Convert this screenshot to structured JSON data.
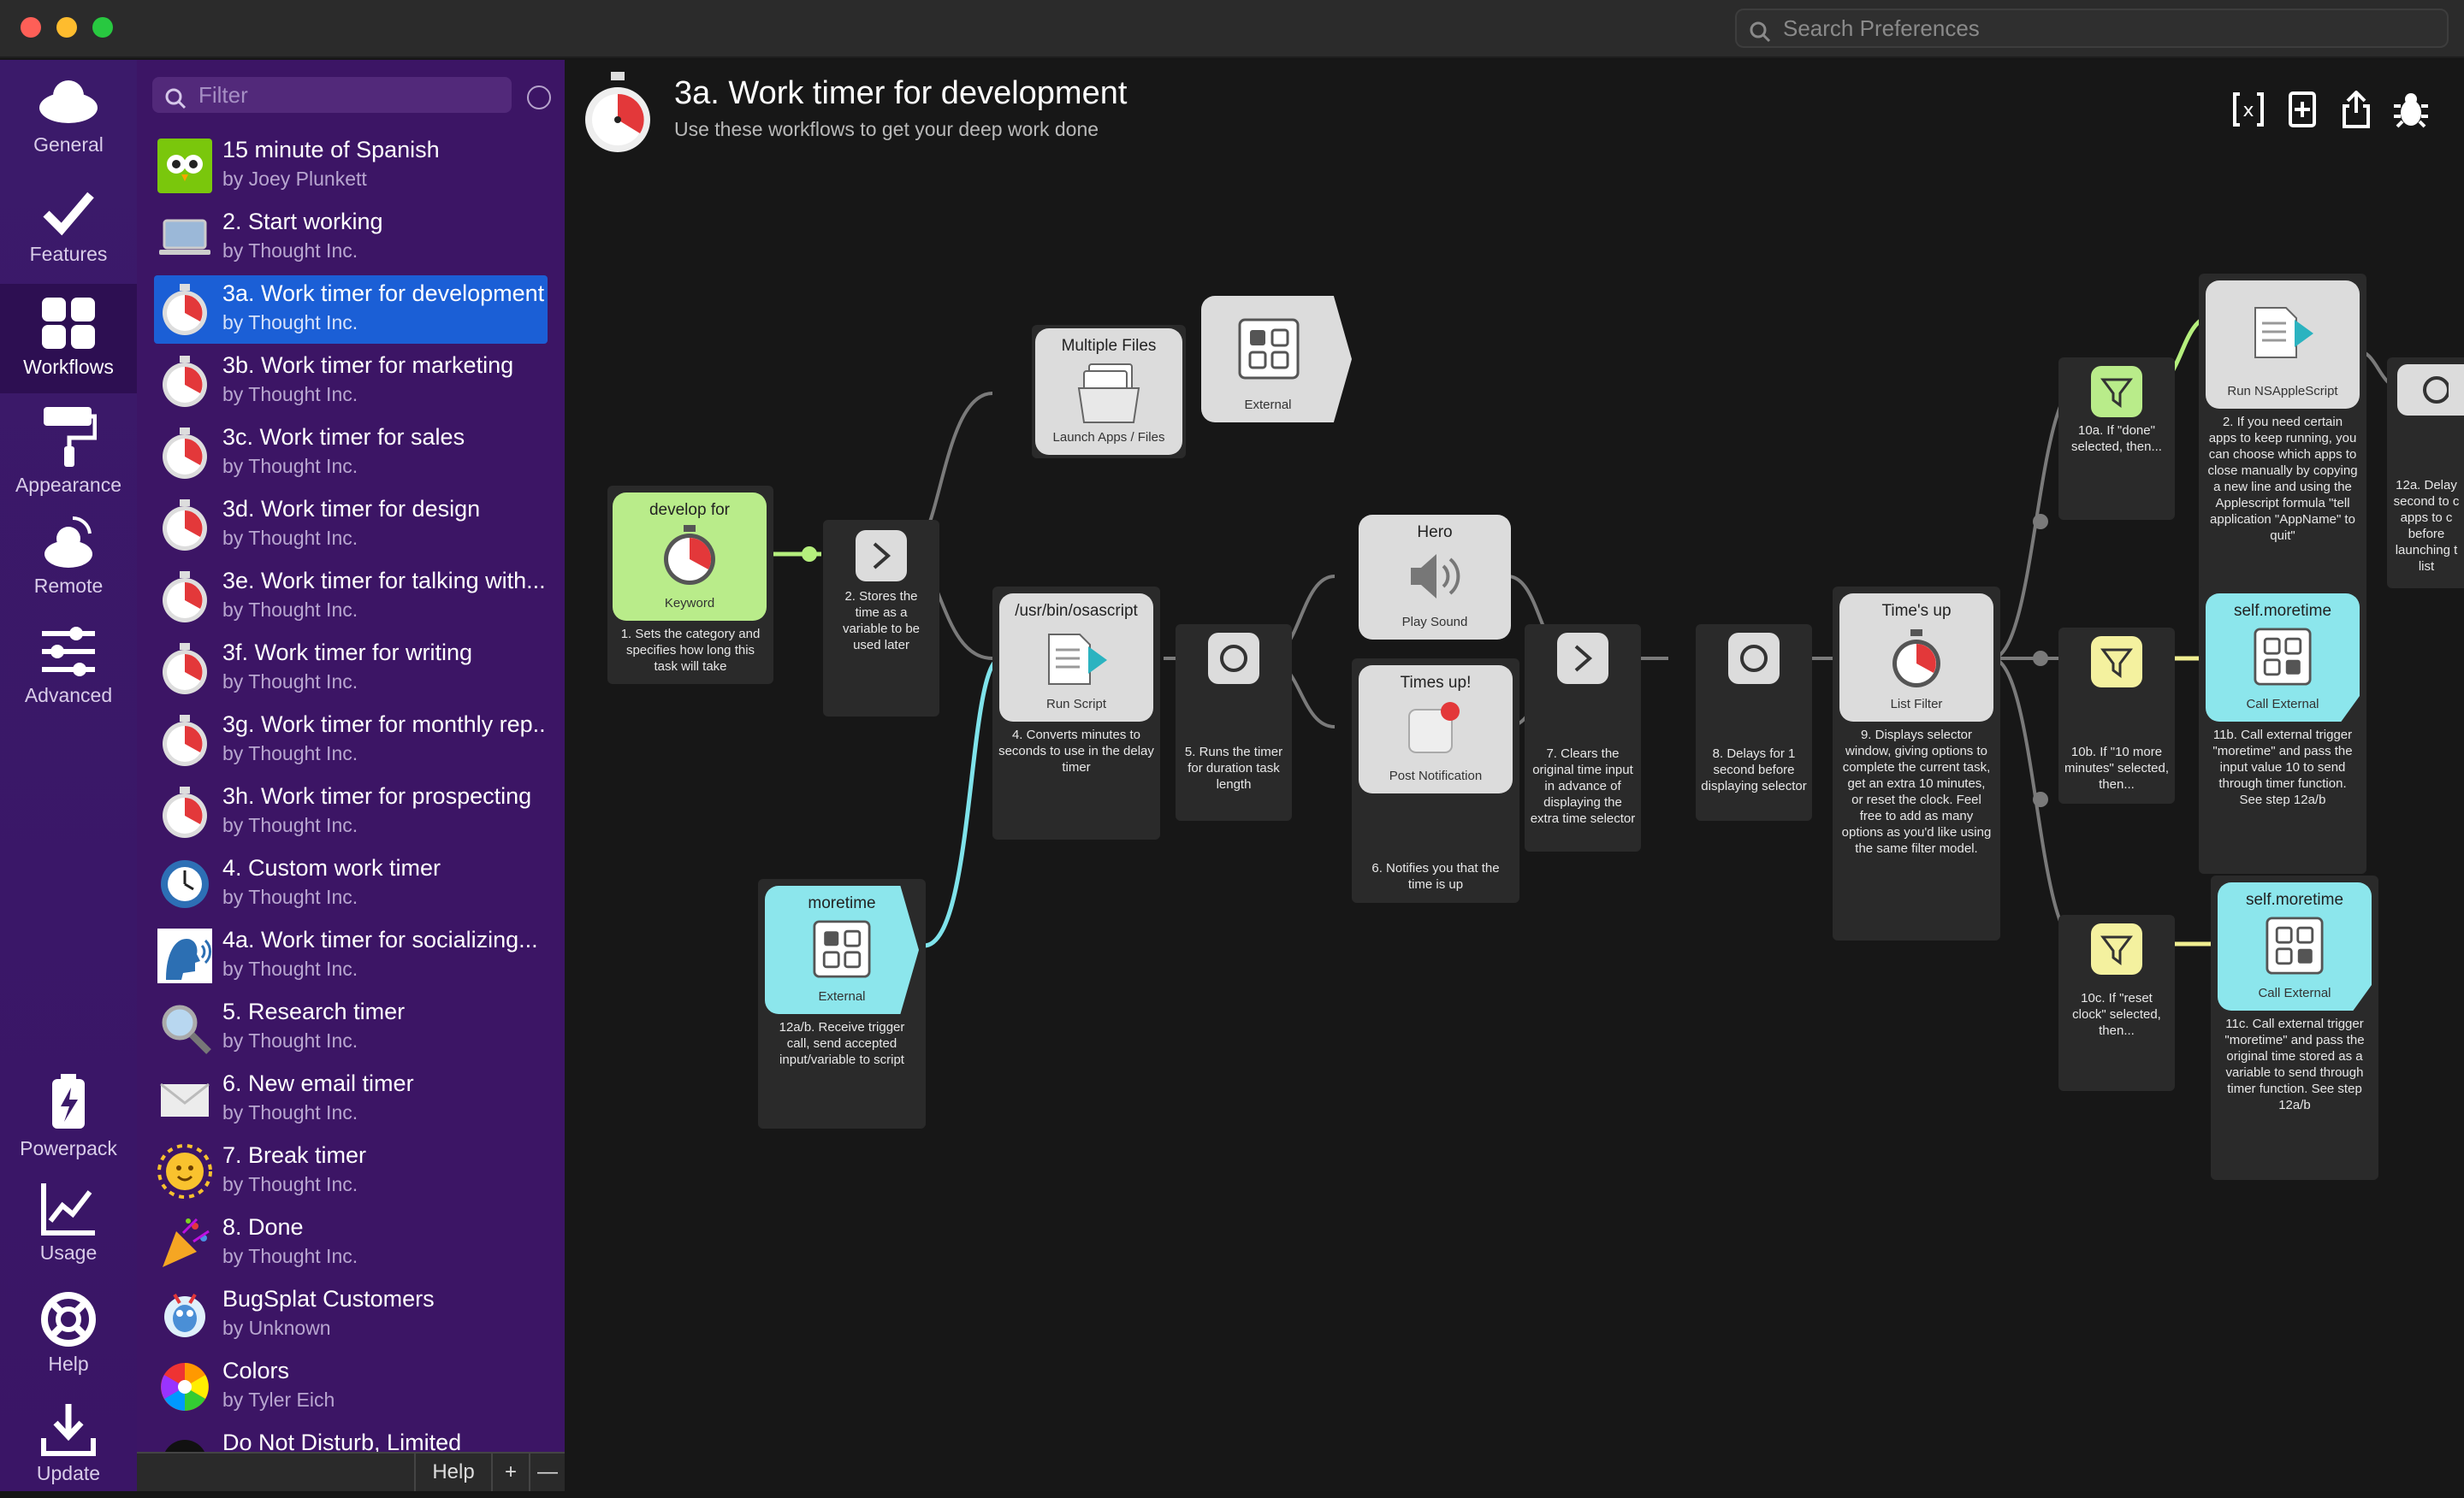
{
  "search": {
    "placeholder": "Search Preferences"
  },
  "nav": [
    {
      "label": "General",
      "icon": "cloud-icon"
    },
    {
      "label": "Features",
      "icon": "checkmark-icon"
    },
    {
      "label": "Workflows",
      "icon": "grid-icon"
    },
    {
      "label": "Appearance",
      "icon": "paint-roller-icon"
    },
    {
      "label": "Remote",
      "icon": "remote-icon"
    },
    {
      "label": "Advanced",
      "icon": "sliders-icon"
    },
    {
      "label": "Powerpack",
      "icon": "powerpack-icon"
    },
    {
      "label": "Usage",
      "icon": "chart-icon"
    },
    {
      "label": "Help",
      "icon": "lifebuoy-icon"
    },
    {
      "label": "Update",
      "icon": "download-icon"
    }
  ],
  "list": {
    "filter_placeholder": "Filter",
    "items": [
      {
        "title": "15 minute of Spanish",
        "author": "by Joey Plunkett",
        "icon": "owl-icon"
      },
      {
        "title": "2. Start working",
        "author": "by Thought Inc.",
        "icon": "laptop-icon"
      },
      {
        "title": "3a. Work timer for development",
        "author": "by Thought Inc.",
        "icon": "stopwatch-icon"
      },
      {
        "title": "3b. Work timer for marketing",
        "author": "by Thought Inc.",
        "icon": "stopwatch-icon"
      },
      {
        "title": "3c. Work timer for sales",
        "author": "by Thought Inc.",
        "icon": "stopwatch-icon"
      },
      {
        "title": "3d. Work timer for design",
        "author": "by Thought Inc.",
        "icon": "stopwatch-icon"
      },
      {
        "title": "3e. Work timer for talking with...",
        "author": "by Thought Inc.",
        "icon": "stopwatch-icon"
      },
      {
        "title": "3f. Work timer for writing",
        "author": "by Thought Inc.",
        "icon": "stopwatch-icon"
      },
      {
        "title": "3g. Work timer for monthly rep...",
        "author": "by Thought Inc.",
        "icon": "stopwatch-icon"
      },
      {
        "title": "3h. Work timer for prospecting",
        "author": "by Thought Inc.",
        "icon": "stopwatch-icon"
      },
      {
        "title": "4. Custom work timer",
        "author": "by Thought Inc.",
        "icon": "clock-icon"
      },
      {
        "title": "4a. Work timer for socializing...",
        "author": "by Thought Inc.",
        "icon": "speaking-head-icon"
      },
      {
        "title": "5. Research timer",
        "author": "by Thought Inc.",
        "icon": "magnifier-icon"
      },
      {
        "title": "6. New email timer",
        "author": "by Thought Inc.",
        "icon": "envelope-icon"
      },
      {
        "title": "7. Break timer",
        "author": "by Thought Inc.",
        "icon": "sun-icon"
      },
      {
        "title": "8. Done",
        "author": "by Thought Inc.",
        "icon": "party-popper-icon"
      },
      {
        "title": "BugSplat Customers",
        "author": "by Unknown",
        "icon": "bugsplat-icon"
      },
      {
        "title": "Colors",
        "author": "by Tyler Eich",
        "icon": "color-wheel-icon"
      },
      {
        "title": "Do Not Disturb, Limited",
        "author": "",
        "icon": "moon-icon"
      }
    ],
    "footer": {
      "help": "Help",
      "add": "+",
      "remove": "—"
    }
  },
  "workflow": {
    "title": "3a. Work timer for development",
    "subtitle": "Use these workflows to get your deep work done"
  },
  "nodes": {
    "keyword": {
      "title": "develop for",
      "type": "Keyword",
      "desc": "1. Sets the category and specifies how long this task will take"
    },
    "args": {
      "desc": "2. Stores the time as a variable to be used later"
    },
    "launch": {
      "title": "Multiple Files",
      "type": "Launch Apps / Files"
    },
    "external_top": {
      "type": "External"
    },
    "runscript": {
      "title": "/usr/bin/osascript",
      "type": "Run Script",
      "desc": "4. Converts minutes to seconds to use in the delay timer"
    },
    "delay5": {
      "desc": "5. Runs the timer for duration task length"
    },
    "sound": {
      "title": "Hero",
      "type": "Play Sound"
    },
    "notify": {
      "title": "Times up!",
      "type": "Post Notification",
      "desc": "6. Notifies you that the time is up"
    },
    "args7": {
      "desc": "7. Clears the original time input in advance of displaying the extra time selector"
    },
    "delay8": {
      "desc": "8. Delays for 1 second before displaying selector"
    },
    "listfilter": {
      "title": "Time's up",
      "type": "List Filter",
      "desc": "9. Displays selector window, giving options to complete the current task, get an extra 10 minutes, or reset the clock. Feel free to add as many options as you'd like using the same filter model."
    },
    "f10a": {
      "desc": "10a. If \"done\" selected, then..."
    },
    "f10b": {
      "desc": "10b. If \"10 more minutes\" selected, then..."
    },
    "f10c": {
      "desc": "10c. If \"reset clock\" selected, then..."
    },
    "nsapple": {
      "type": "Run NSAppleScript",
      "desc": "2. If you need certain apps to keep running, you can choose which apps to close manually by copying a new line and using the Applescript formula \"tell application \"AppName\" to quit\""
    },
    "delay12a": {
      "desc": "12a. Delay second to c apps to c before launching t list"
    },
    "call11b": {
      "title": "self.moretime",
      "type": "Call External",
      "desc": "11b. Call external trigger \"moretime\" and pass the input value 10 to send through timer function. See step 12a/b"
    },
    "call11c": {
      "title": "self.moretime",
      "type": "Call External",
      "desc": "11c. Call external trigger \"moretime\" and pass the original time stored as a variable to send through timer function. See step 12a/b"
    },
    "moretime": {
      "title": "moretime",
      "type": "External",
      "desc": "12a/b. Receive trigger call, send accepted input/variable to script"
    }
  }
}
